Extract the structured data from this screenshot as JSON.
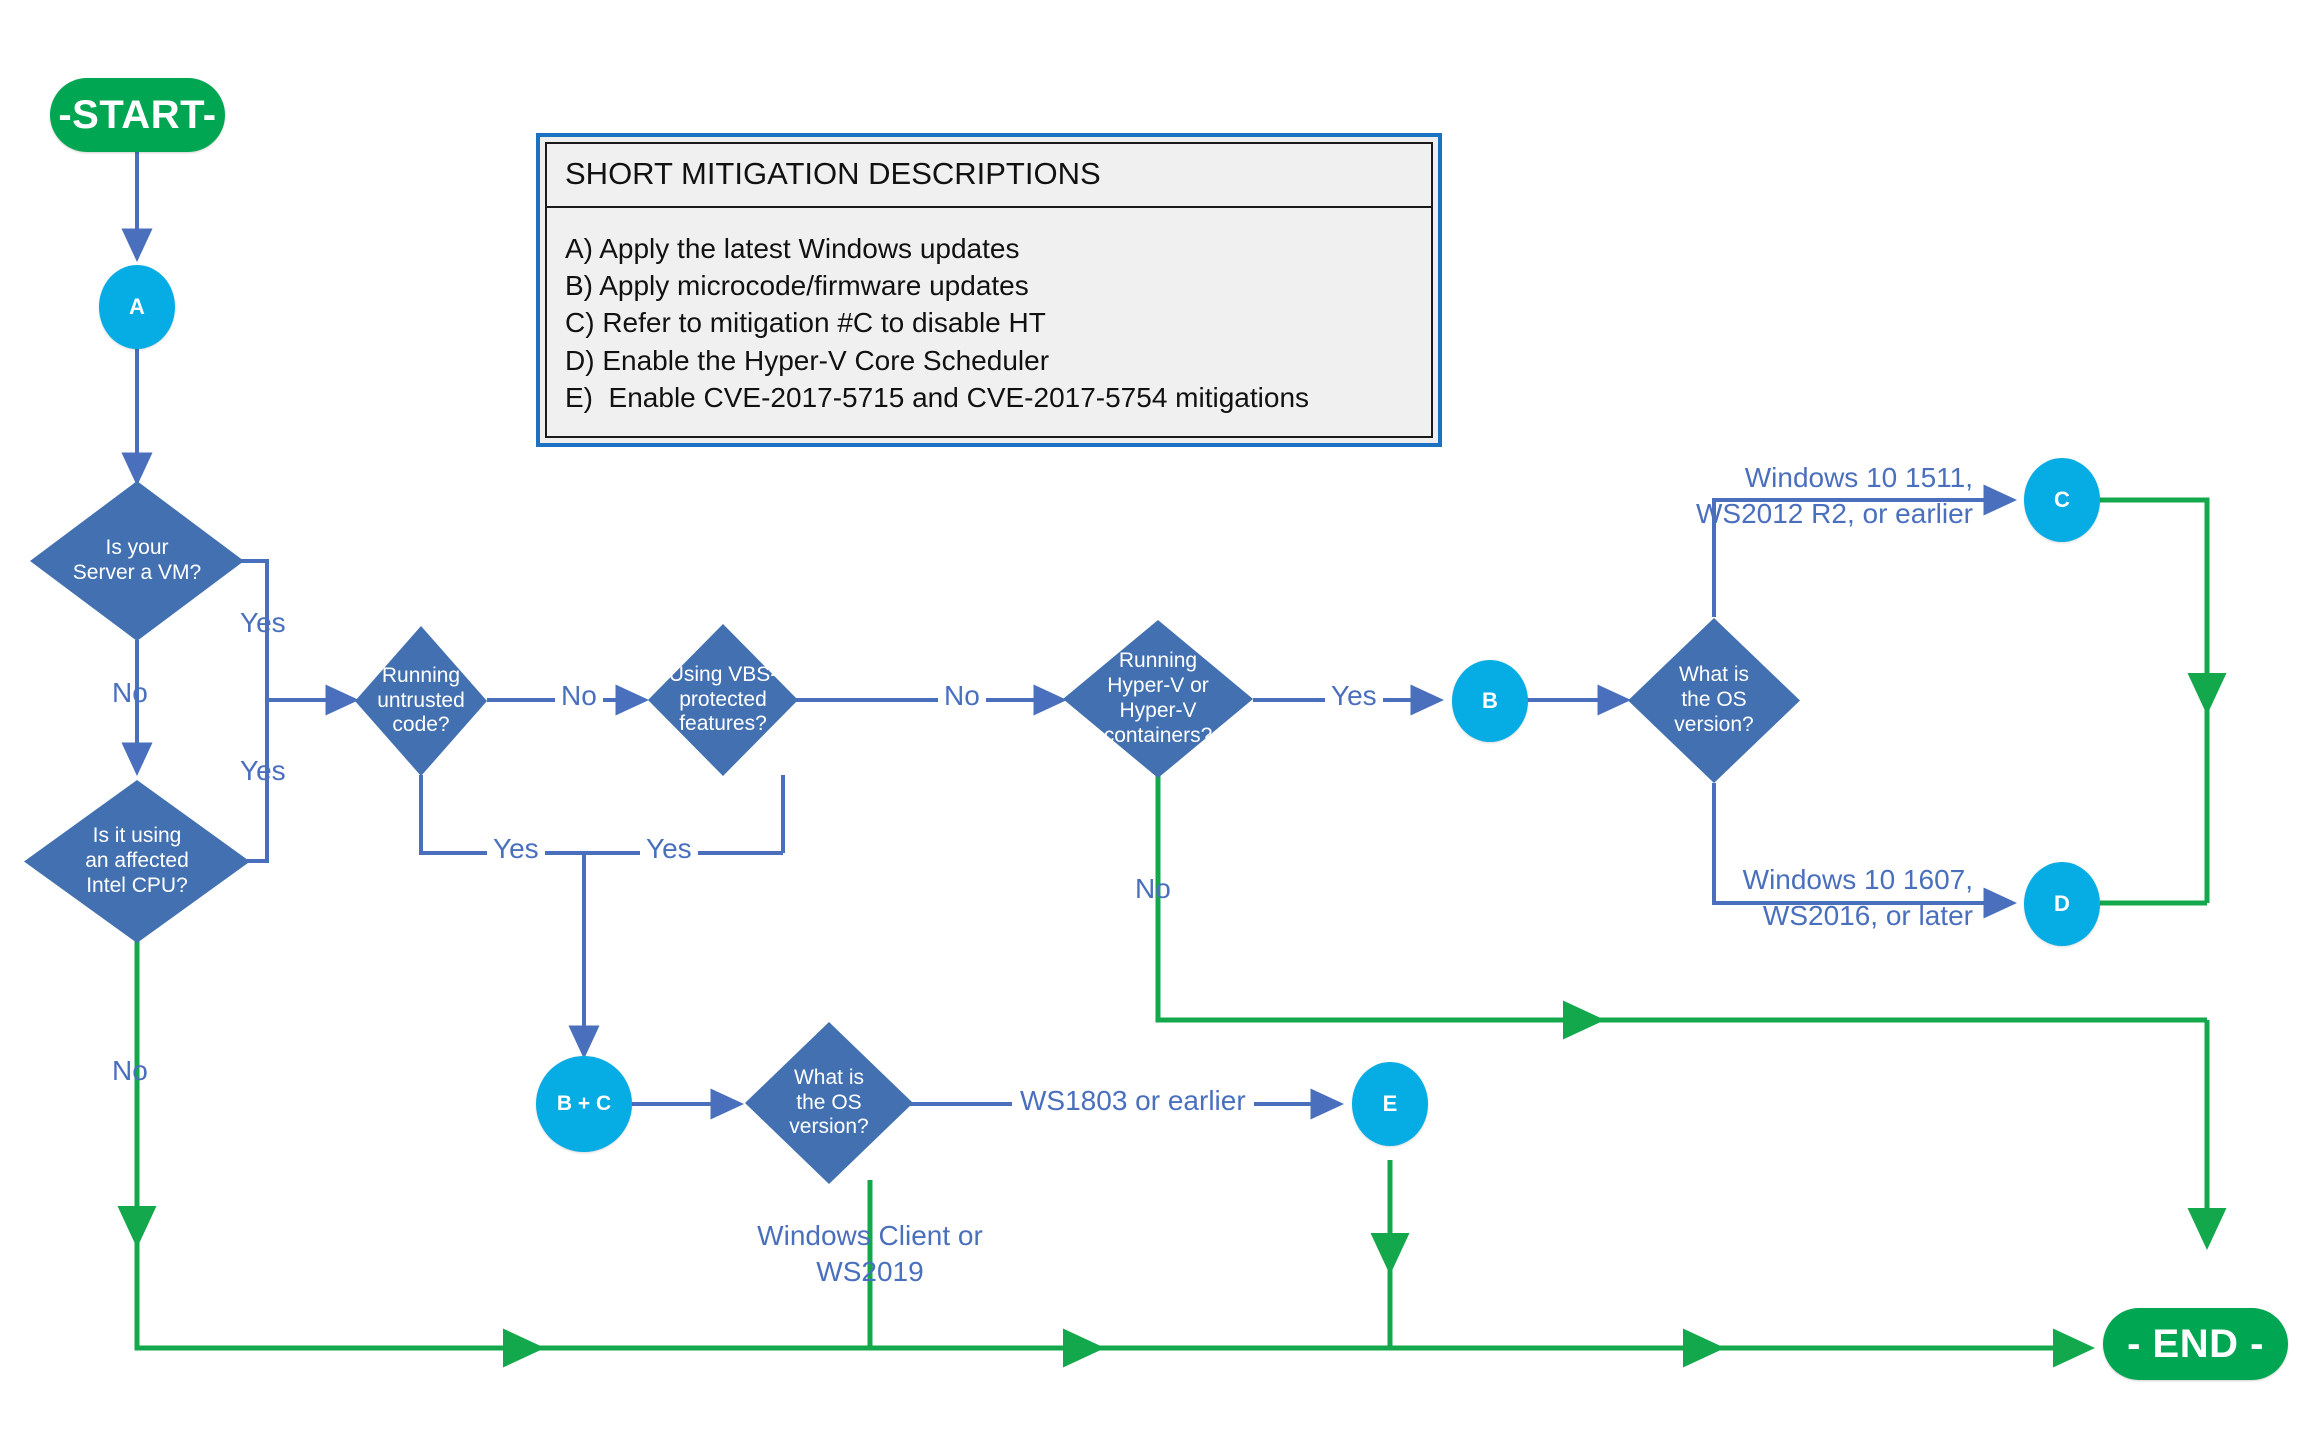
{
  "diagram": {
    "title": "Speculative execution side channel mitigation decision flowchart",
    "colors": {
      "terminator_green": "#00a651",
      "decision_blue": "#4270b0",
      "mitigation_circle_blue": "#06ace4",
      "blue_connector": "#4a6fbd",
      "green_connector": "#12a84b",
      "legend_border": "#1b72c2",
      "legend_fill": "#f0f0f0"
    }
  },
  "legend": {
    "title": "SHORT MITIGATION DESCRIPTIONS",
    "items": [
      "A) Apply the latest Windows updates",
      "B) Apply microcode/firmware updates",
      "C) Refer to mitigation #C to disable HT",
      "D) Enable the Hyper-V Core Scheduler",
      "E)  Enable CVE-2017-5715 and CVE-2017-5754 mitigations"
    ]
  },
  "nodes": {
    "start": "-START-",
    "end": "- END -",
    "circle_a": "A",
    "circle_b": "B",
    "circle_c": "C",
    "circle_d": "D",
    "circle_e": "E",
    "circle_bc": "B + C",
    "d_server_vm": "Is your\nServer a VM?",
    "d_intel_cpu": "Is it using\nan affected\nIntel CPU?",
    "d_untrusted": "Running\nuntrusted\ncode?",
    "d_vbs": "Using VBS-\nprotected\nfeatures?",
    "d_hyperv": "Running\nHyper-V or\nHyper-V\ncontainers?",
    "d_os_version_right": "What is\nthe OS\nversion?",
    "d_os_version_bottom": "What is\nthe OS\nversion?"
  },
  "edge_labels": {
    "vm_yes": "Yes",
    "vm_no": "No",
    "cpu_yes": "Yes",
    "cpu_no": "No",
    "untrusted_no": "No",
    "untrusted_yes": "Yes",
    "vbs_no": "No",
    "vbs_yes": "Yes",
    "hyperv_yes": "Yes",
    "hyperv_no": "No",
    "os_right_old": "Windows 10 1511,\nWS2012 R2, or earlier",
    "os_right_new": "Windows 10 1607,\nWS2016, or later",
    "os_bottom_old": "WS1803 or earlier",
    "os_bottom_new": "Windows Client or\nWS2019"
  }
}
